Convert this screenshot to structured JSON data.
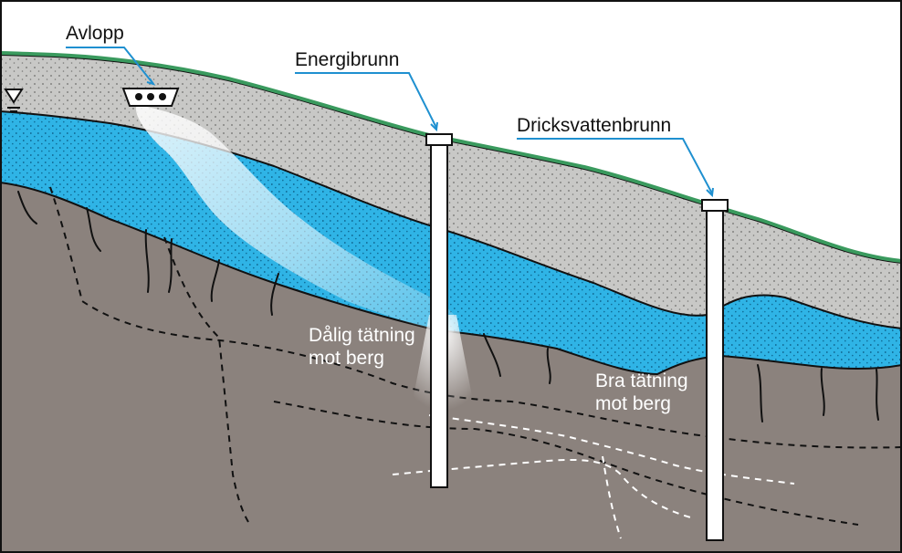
{
  "labels": {
    "avlopp": "Avlopp",
    "energibrunn": "Energibrunn",
    "dricksvattenbrunn": "Dricksvattenbrunn",
    "dalig_line1": "Dålig tätning",
    "dalig_line2": "mot berg",
    "bra_line1": "Bra tätning",
    "bra_line2": "mot berg"
  },
  "colors": {
    "soil": "#c8c8c6",
    "water": "#2fb4e6",
    "rock": "#8b827d",
    "grass": "#3a9a5e",
    "pointer": "#1f90d0",
    "plume": "#ffffff"
  }
}
